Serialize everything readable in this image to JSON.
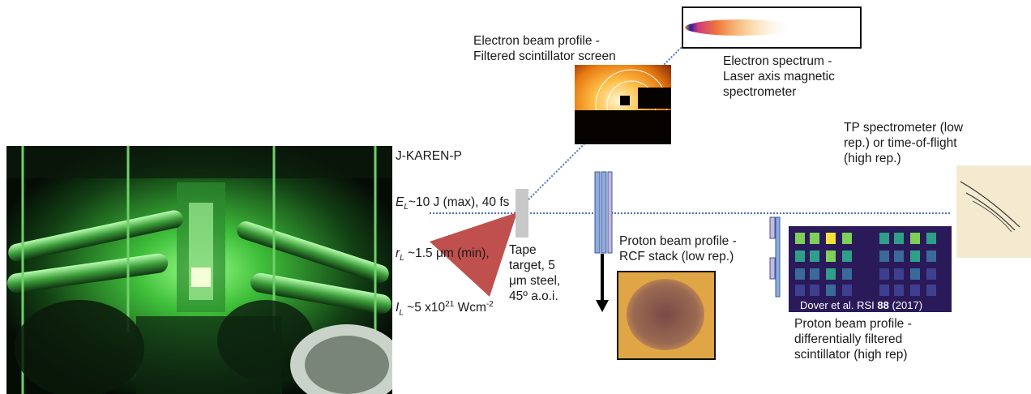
{
  "electron_profile": {
    "line1": "Electron beam profile -",
    "line2": "Filtered scintillator screen"
  },
  "electron_spectrum": {
    "line1": "Electron spectrum -",
    "line2": "Laser axis magnetic",
    "line3": "spectrometer"
  },
  "laser": {
    "name": "J-KAREN-P",
    "energy": {
      "sym": "E",
      "sub": "L",
      "text": "~10 J (max), 40 fs"
    },
    "radius": {
      "sym": "r",
      "sub": "L",
      "text": " ~1.5 μm (min),"
    },
    "intensity": {
      "sym": "I",
      "sub": "L",
      "text": " ~5 x10",
      "exp": "21",
      "unit": " Wcm",
      "unit_exp": "-2"
    }
  },
  "tp_spectrometer": {
    "line1": "TP spectrometer (low",
    "line2": "rep.) or time-of-flight",
    "line3": "(high rep.)"
  },
  "tape_target": {
    "line1": "Tape",
    "line2": "target, 5",
    "line3": "μm steel,",
    "line4": "45º a.o.i."
  },
  "proton_rcf": {
    "line1": "Proton beam profile -",
    "line2": "RCF stack (low rep.)"
  },
  "proton_scint": {
    "line1": "Proton beam profile -",
    "line2": "differentially filtered",
    "line3": "scintillator (high rep)"
  },
  "credit": {
    "authors": "Dover et al. RSI ",
    "volume": "88",
    "year": " (2017)"
  },
  "colors": {
    "beam_axis": "#4a73b4",
    "laser_cone": "#c0504d",
    "laser_line": "#4a73b4",
    "tape": "#c8c8c8",
    "stack": "#8faadc"
  }
}
